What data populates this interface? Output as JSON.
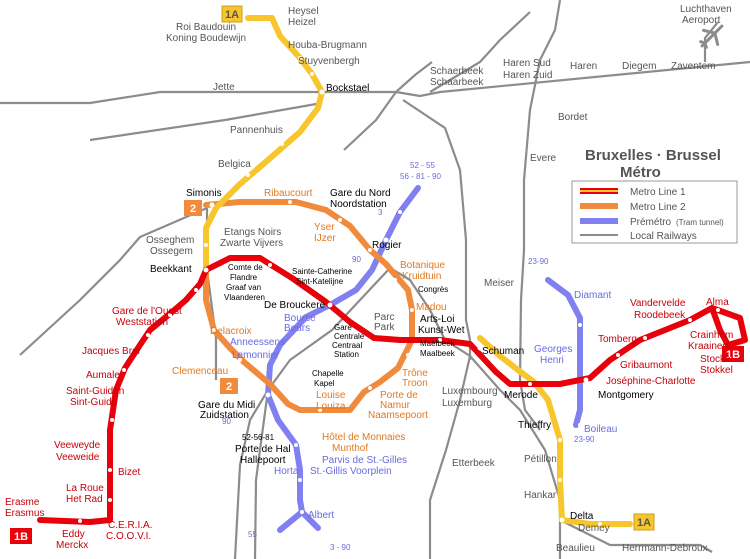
{
  "title": {
    "line1": "Bruxelles · Brussel",
    "line2": "Métro"
  },
  "legend": [
    {
      "label": "Metro Line 1",
      "kind": "l1"
    },
    {
      "label": "Metro Line 2",
      "kind": "l2"
    },
    {
      "label": "Prémétro",
      "note": "(Tram tunnel)",
      "kind": "pm"
    },
    {
      "label": "Local Railways",
      "kind": "rail"
    }
  ],
  "colors": {
    "line1": "#e8000b",
    "line1a": "#f7c52c",
    "line2": "#f08a3c",
    "premetro": "#8080f0",
    "rail": "#8c8c8c"
  },
  "badges": {
    "l1a_top": "1A",
    "l1a_bottom": "1A",
    "l1b_right": "1B",
    "l1b_left": "1B",
    "l2_top": "2",
    "l2_bottom": "2"
  },
  "tram_numbers": {
    "n1": "52 - 55",
    "n2": "56 - 81 - 90",
    "n3": "3",
    "n4": "90",
    "n5": "23-90",
    "n6": "23-90",
    "n7": "52-56-81",
    "n8": "90",
    "n9": "55",
    "n10": "3 - 90"
  },
  "airport_icon": "airplane-icon",
  "labels": {
    "heysel": "Heysel",
    "heizel": "Heizel",
    "roi_baudouin": "Roi Baudouin",
    "koning_boudewijn": "Koning Boudewijn",
    "houba": "Houba-Brugmann",
    "stuyvenbergh": "Stuyvenbergh",
    "bockstael": "Bockstael",
    "jette": "Jette",
    "schaerbeek1": "Schaerbeek",
    "schaerbeek2": "Schaarbeek",
    "haren_sud": "Haren Sud",
    "haren_zuid": "Haren Zuid",
    "haren": "Haren",
    "diegem": "Diegem",
    "zaventem": "Zaventem",
    "luchthaven": "Luchthaven",
    "aeroport": "Aeroport",
    "bordet": "Bordet",
    "evere": "Evere",
    "pannenhuis": "Pannenhuis",
    "belgica": "Belgica",
    "simonis": "Simonis",
    "ribaucourt": "Ribaucourt",
    "gare_du_nord": "Gare du Nord",
    "noordstation": "Noordstation",
    "yser": "Yser",
    "ijzer": "IJzer",
    "rogier": "Rogier",
    "etangs_noirs": "Etangs Noirs",
    "zwarte_vijvers": "Zwarte Vijvers",
    "osseghem": "Osseghem",
    "ossegem": "Ossegem",
    "beekkant": "Beekkant",
    "comte1": "Comte de",
    "comte2": "Flandre",
    "comte3": "Graaf van",
    "comte4": "Vlaanderen",
    "ste_cath1": "Sainte-Catherine",
    "ste_cath2": "Sint-Katelijne",
    "botanique": "Botanique",
    "kruidtuin": "Kruidtuin",
    "congres": "Congrès",
    "meiser": "Meiser",
    "diamant": "Diamant",
    "de_brouckere": "De Brouckere",
    "bourse": "Bourse",
    "beurs": "Beurs",
    "madou": "Madou",
    "parc": "Parc",
    "park": "Park",
    "arts_loi": "Arts-Loi",
    "kunst_wet": "Kunst-Wet",
    "gc1": "Gare",
    "gc2": "Centrale",
    "gc3": "Centraal",
    "gc4": "Station",
    "gare_ouest": "Gare de l'Ouest",
    "weststation": "Weststation",
    "delacroix": "Delacroix",
    "anneessens": "Anneessens",
    "lemonnier": "Lemonnier",
    "maelbeek1": "Maelbeek",
    "maalbeek": "Maalbeek",
    "schuman": "Schuman",
    "georges": "Georges",
    "henri": "Henri",
    "vandervelde": "Vandervelde",
    "roodebeek": "Roodebeek",
    "alma": "Alma",
    "crainhem": "Crainhem",
    "kraainem": "Kraainem",
    "stockel": "Stockel",
    "stokkel": "Stokkel",
    "tomberg": "Tomberg",
    "gribaumont": "Gribaumont",
    "joseph": "Joséphine-Charlotte",
    "montgomery": "Montgomery",
    "merode": "Merode",
    "jacques_brel": "Jacques Brel",
    "aumale": "Aumale",
    "clemenceau": "Clemenceau",
    "chapelle": "Chapelle",
    "kapel": "Kapel",
    "louise": "Louise",
    "louiza": "Louiza",
    "trone": "Trône",
    "troon": "Troon",
    "lux1": "Luxembourg",
    "lux2": "Luxemburg",
    "st_guidon": "Saint-Guidon",
    "st_guido": "Sint-Guido",
    "gare_midi": "Gare du Midi",
    "zuidstation": "Zuidstation",
    "pdn1": "Porte de",
    "pdn2": "Namur",
    "pdn3": "Naamsepoort",
    "thieffry": "Thieffry",
    "boileau": "Boileau",
    "veeweyde1": "Veeweyde",
    "veeweyde2": "Veeweide",
    "hotel_monnaies": "Hôtel de Monnaies",
    "munthof": "Munthof",
    "porte_hal": "Porte de Hal",
    "hallepoort": "Hallepoort",
    "parvis": "Parvis de St.-Gilles",
    "voorplein": "St.-Gillis Voorplein",
    "petillon": "Pétillon",
    "bizet": "Bizet",
    "horta": "Horta",
    "la_roue": "La Roue",
    "het_rad": "Het Rad",
    "etterbeek": "Etterbeek",
    "hankar": "Hankar",
    "erasme": "Erasme",
    "erasmus": "Erasmus",
    "ceria": "C.E.R.I.A.",
    "coovi": "C.O.O.V.I.",
    "eddy": "Eddy",
    "merckx": "Merckx",
    "albert": "Albert",
    "delta": "Delta",
    "demey": "Demey",
    "beaulieu": "Beaulieu",
    "herrmann": "Herrmann-Debroux"
  }
}
